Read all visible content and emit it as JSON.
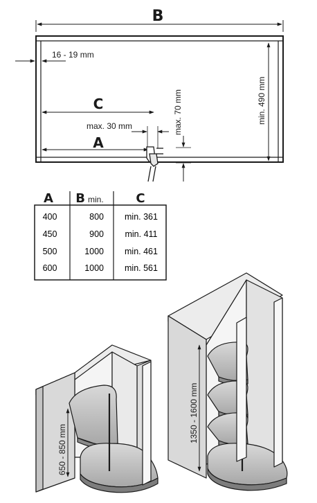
{
  "plan": {
    "label_B": "B",
    "label_C": "C",
    "label_A": "A",
    "dim_side_gap": "16 - 19 mm",
    "dim_max30": "max. 30 mm",
    "dim_max70": "max. 70 mm",
    "dim_min490": "min. 490 mm"
  },
  "table": {
    "headers": [
      {
        "main": "A",
        "sub": ""
      },
      {
        "main": "B",
        "sub": "min."
      },
      {
        "main": "C",
        "sub": ""
      }
    ],
    "rows": [
      [
        "400",
        "800",
        "min. 361"
      ],
      [
        "450",
        "900",
        "min. 411"
      ],
      [
        "500",
        "1000",
        "min. 461"
      ],
      [
        "600",
        "1000",
        "min. 561"
      ]
    ]
  },
  "cabinets": {
    "small_height": "650 - 850 mm",
    "tall_height": "1350 - 1600 mm"
  }
}
